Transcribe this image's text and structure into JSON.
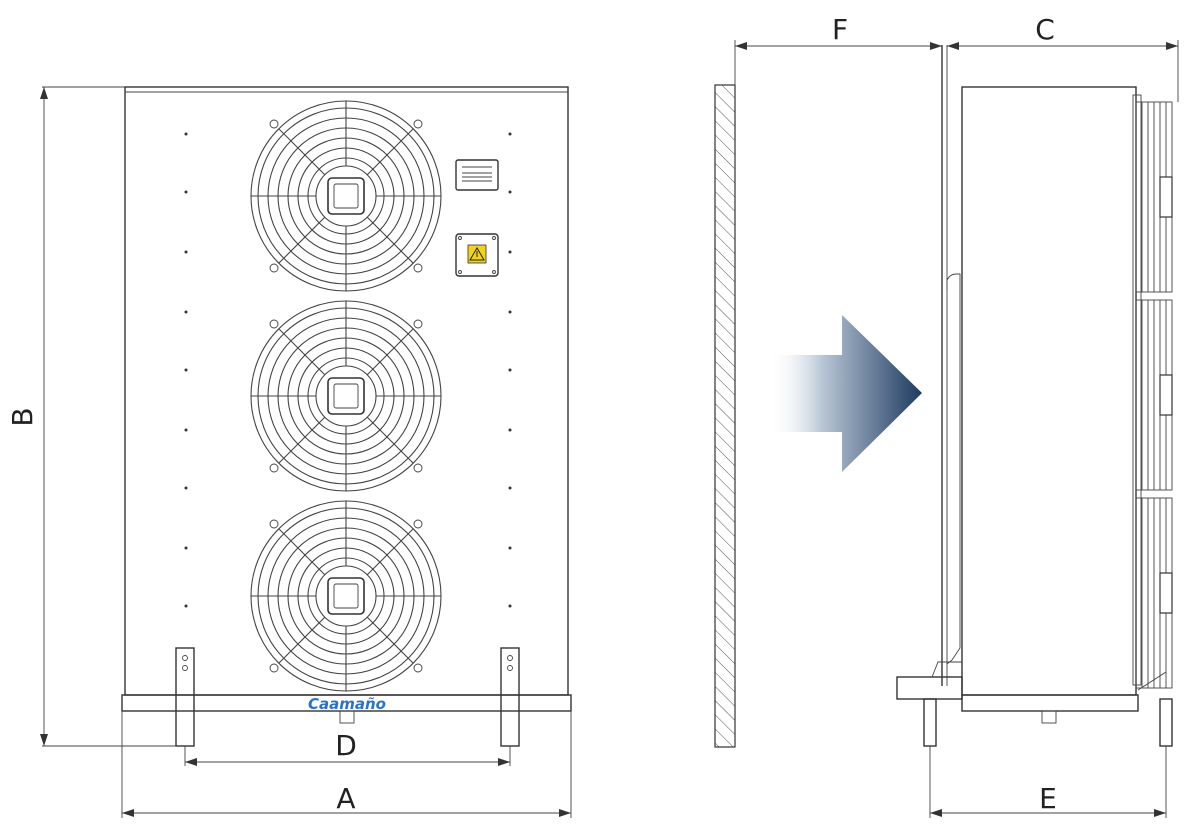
{
  "dimensions": {
    "A": "A",
    "B": "B",
    "C": "C",
    "D": "D",
    "E": "E",
    "F": "F"
  },
  "brand": "Caamaño",
  "fan_count": 3,
  "colors": {
    "line": "#333333",
    "brand": "#2a73c8",
    "arrow_dark": "#1d3a5f",
    "warning": "#f2d31b"
  },
  "icons": [
    "fan-guard",
    "warning-high-voltage-icon",
    "airflow-arrow"
  ]
}
